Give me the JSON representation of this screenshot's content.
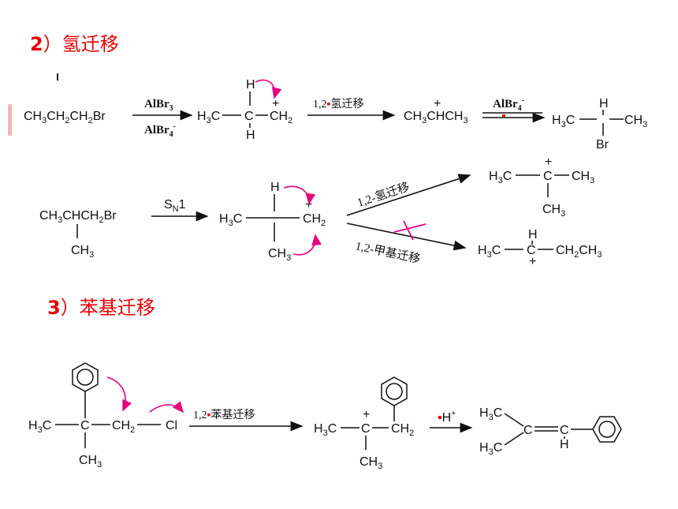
{
  "sections": {
    "hydrogen": {
      "number": "2",
      "paren": "）",
      "title": "氢迁移"
    },
    "phenyl": {
      "number": "3",
      "paren": "）",
      "title": "苯基迁移"
    }
  },
  "row1": {
    "reactant": "CH3CH2CH2Br",
    "reagent_top": "AlBr3",
    "reagent_bottom": "AlBr4-",
    "intermediate": {
      "left": "H3C",
      "center": "C",
      "right": "CH2",
      "h_top": "H",
      "h_bottom": "H",
      "charge": "+"
    },
    "shift_label": "1,2-氢迁移",
    "cation": "CH3CHCH3",
    "reagent_eq": "AlBr4-",
    "product": {
      "left": "H3C",
      "right": "CH3",
      "h_top": "H",
      "sub": "Br"
    }
  },
  "row2": {
    "reactant": {
      "main": "CH3CHCH2Br",
      "branch": "CH3"
    },
    "reagent": "SN1",
    "intermediate": {
      "left": "H3C",
      "right": "CH2",
      "h_top": "H",
      "branch": "CH3",
      "charge": "+"
    },
    "path_top_label": "1,2-氢迁移",
    "path_bottom_label": "1,2-甲基迁移",
    "product_top": {
      "left": "H3C",
      "right": "CH3",
      "branch": "CH3",
      "charge": "+"
    },
    "product_bottom": {
      "left": "H3C",
      "right": "CH2CH3",
      "h_top": "H",
      "charge": "+"
    }
  },
  "row3": {
    "reactant": {
      "left": "H3C",
      "mid": "CH2",
      "leaving": "Cl",
      "branch": "CH3"
    },
    "shift_label": "1,2-苯基迁移",
    "intermediate": {
      "left": "H3C",
      "right": "CH2",
      "branch": "CH3",
      "charge": "+"
    },
    "reagent": "-H+",
    "product": {
      "top": "H3C",
      "bottom": "H3C",
      "c_label": "C",
      "h_label": "H"
    }
  },
  "colors": {
    "heading": "#e60000",
    "curly_arrow": "#e6007e",
    "cross": "#e6007e",
    "dot": "#e60000"
  }
}
